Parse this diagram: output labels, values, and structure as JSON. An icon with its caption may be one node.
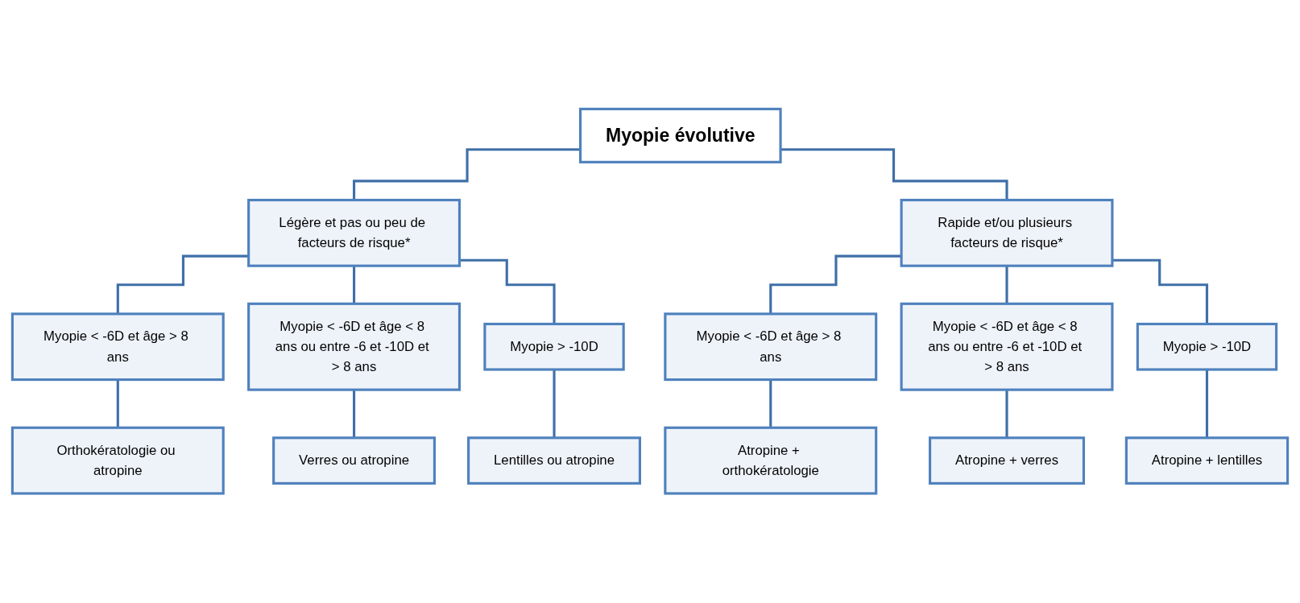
{
  "diagram": {
    "nodes": [
      {
        "text": [
          "Myopie évolutive"
        ]
      },
      {
        "text": [
          "Légère et pas ou peu de facteurs de risque*"
        ]
      },
      {
        "text": [
          "Rapide et/ou plusieurs facteurs de risque*"
        ]
      },
      {
        "text": [
          "Myopie < -6D et âge > 8 ans"
        ]
      },
      {
        "text": [
          "Myopie < -6D et âge < 8 ans ou entre -6 et -10D et > 8 ans"
        ]
      },
      {
        "text": [
          "Myopie > -10D"
        ]
      },
      {
        "text": [
          "Orthokératologie ou atropine"
        ]
      },
      {
        "text": [
          "Verres ou atropine"
        ]
      },
      {
        "text": [
          "Lentilles ou atropine"
        ]
      },
      {
        "text": [
          "Myopie < -6D et âge > 8 ans"
        ]
      },
      {
        "text": [
          "Myopie < -6D et âge < 8 ans ou entre -6 et -10D et > 8 ans"
        ]
      },
      {
        "text": [
          "Myopie > -10D"
        ]
      },
      {
        "text": [
          "Atropine + orthokératologie"
        ]
      },
      {
        "text": [
          "Atropine + verres"
        ]
      },
      {
        "text": [
          "Atropine + lentilles"
        ]
      }
    ],
    "edges": [
      {
        "from": 0,
        "to": 1,
        "arrow": "none"
      },
      {
        "from": 0,
        "to": 2,
        "arrow": "none"
      },
      {
        "from": 1,
        "to": 3,
        "arrow": "none"
      },
      {
        "from": 1,
        "to": 4,
        "arrow": "none"
      },
      {
        "from": 1,
        "to": 5,
        "arrow": "none"
      },
      {
        "from": 2,
        "to": 9,
        "arrow": "none"
      },
      {
        "from": 2,
        "to": 10,
        "arrow": "none"
      },
      {
        "from": 2,
        "to": 11,
        "arrow": "none"
      },
      {
        "from": 3,
        "to": 6,
        "arrow": "none"
      },
      {
        "from": 4,
        "to": 7,
        "arrow": "none"
      },
      {
        "from": 5,
        "to": 8,
        "arrow": "none"
      },
      {
        "from": 9,
        "to": 12,
        "arrow": "none"
      },
      {
        "from": 10,
        "to": 13,
        "arrow": "none"
      },
      {
        "from": 11,
        "to": 14,
        "arrow": "none"
      }
    ]
  }
}
